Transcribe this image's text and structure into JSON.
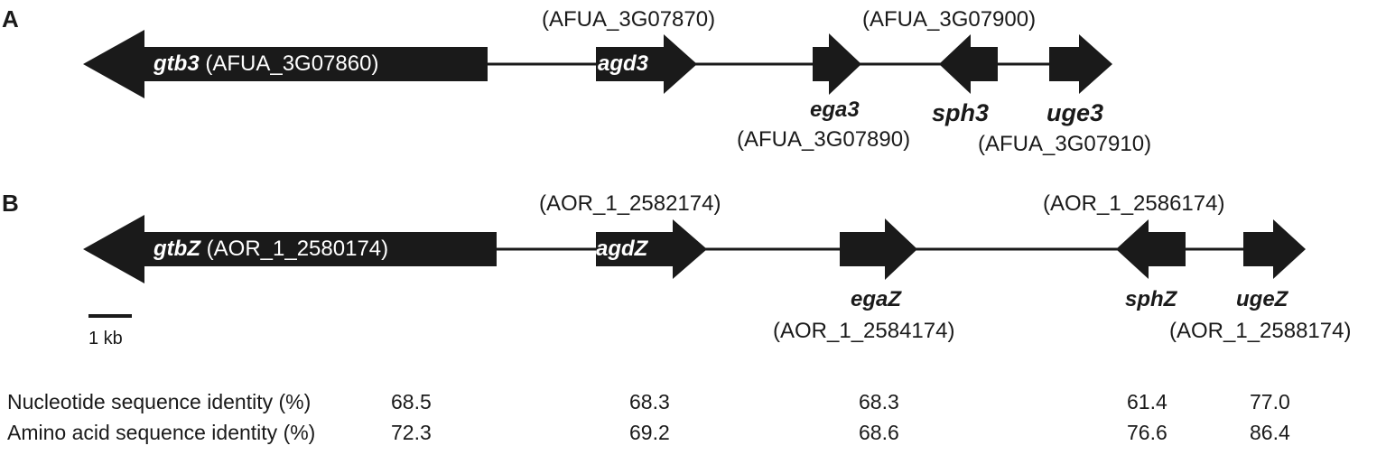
{
  "panel_a": {
    "label": "A",
    "genes": {
      "gtb3": {
        "name": "gtb3",
        "id": "(AFUA_3G07860)"
      },
      "agd3": {
        "name": "agd3",
        "id": "(AFUA_3G07870)"
      },
      "ega3": {
        "name": "ega3",
        "id": "(AFUA_3G07890)"
      },
      "sph3": {
        "name": "sph3",
        "id": "(AFUA_3G07900)"
      },
      "uge3": {
        "name": "uge3",
        "id": "(AFUA_3G07910)"
      }
    }
  },
  "panel_b": {
    "label": "B",
    "genes": {
      "gtbZ": {
        "name": "gtbZ",
        "id": "(AOR_1_2580174)"
      },
      "agdZ": {
        "name": "agdZ",
        "id": "(AOR_1_2582174)"
      },
      "egaZ": {
        "name": "egaZ",
        "id": "(AOR_1_2584174)"
      },
      "sphZ": {
        "name": "sphZ",
        "id": "(AOR_1_2586174)"
      },
      "ugeZ": {
        "name": "ugeZ",
        "id": "(AOR_1_2588174)"
      }
    },
    "scale_bar": "1 kb"
  },
  "identity_table": {
    "rows": [
      {
        "label": "Nucleotide sequence identity (%)",
        "values": [
          "68.5",
          "68.3",
          "68.3",
          "61.4",
          "77.0"
        ]
      },
      {
        "label": "Amino acid sequence identity (%)",
        "values": [
          "72.3",
          "69.2",
          "68.6",
          "76.6",
          "86.4"
        ]
      }
    ]
  },
  "colors": {
    "arrow_fill": "#1a1a1a",
    "text": "#1a1a1a",
    "background": "#ffffff"
  }
}
